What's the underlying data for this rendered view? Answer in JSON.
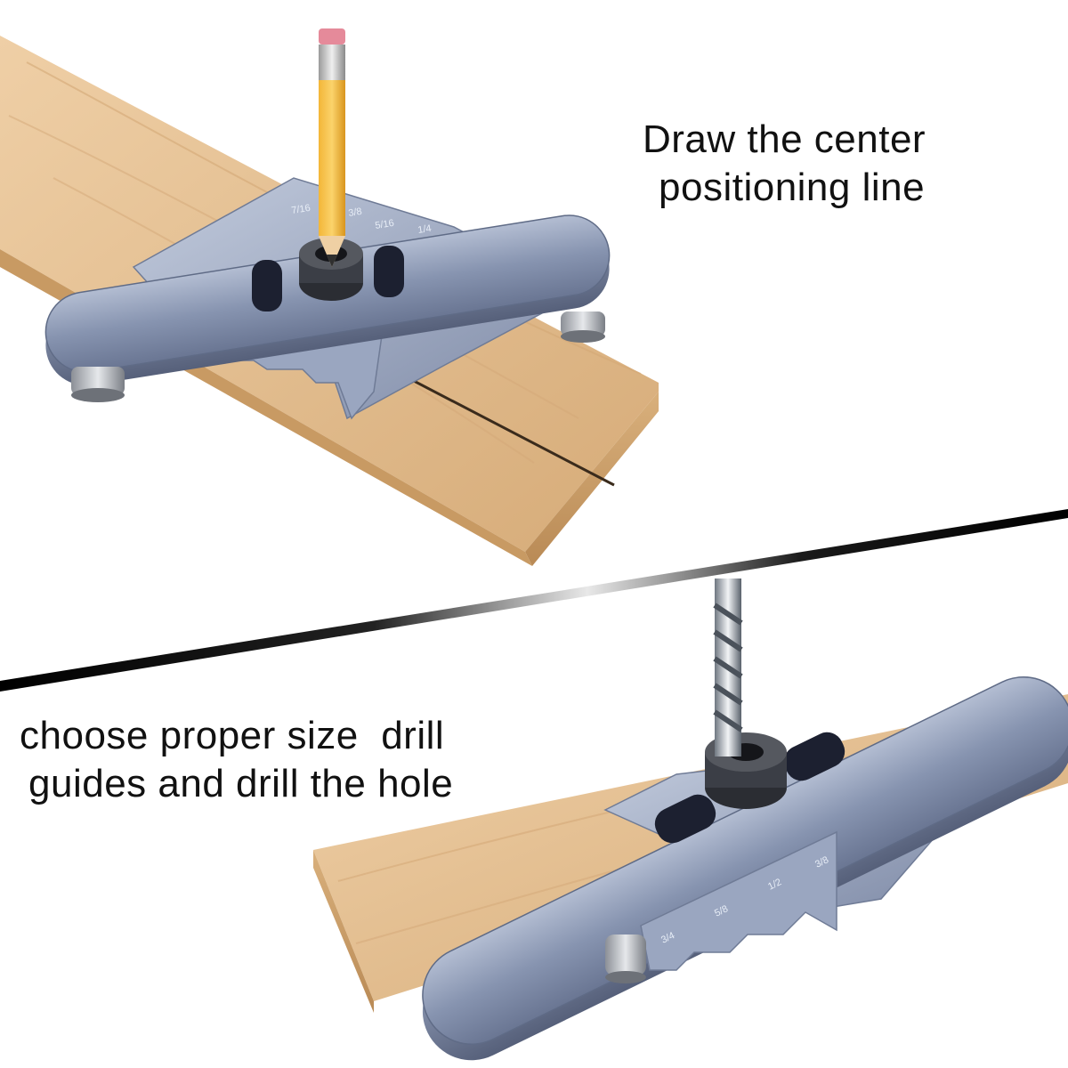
{
  "captions": {
    "top_line1": "Draw the center",
    "top_line2": "positioning line",
    "bottom_line1": "choose proper size  drill",
    "bottom_line2": "guides and drill the hole"
  },
  "gauge_marks": {
    "top": [
      "7/16",
      "3/8",
      "5/16",
      "1/4"
    ],
    "bottom": [
      "3/4",
      "5/8",
      "1/2",
      "3/8"
    ]
  },
  "colors": {
    "aluminum": "#7d8aa6",
    "aluminum_light": "#a9b4cb",
    "wood": "#e2bd8f",
    "wood_dark": "#c9a06d",
    "divider": "#111111"
  }
}
